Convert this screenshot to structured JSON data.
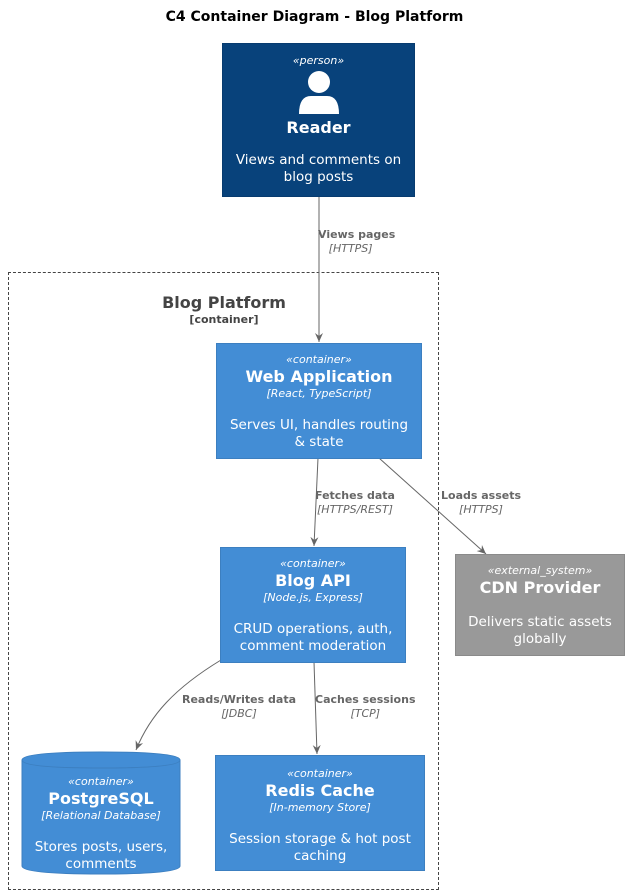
{
  "title": "C4 Container Diagram - Blog Platform",
  "boundary": {
    "name": "Blog Platform",
    "type": "[container]"
  },
  "colors": {
    "person": "#08427b",
    "container": "#438dd5",
    "external_system": "#999999",
    "edge": "#666666"
  },
  "nodes": {
    "reader": {
      "stereotype": "«person»",
      "name": "Reader",
      "description": "Views and comments on blog posts",
      "icon": "person-icon"
    },
    "web_app": {
      "stereotype": "«container»",
      "name": "Web Application",
      "tech": "[React, TypeScript]",
      "description": "Serves UI, handles routing & state"
    },
    "blog_api": {
      "stereotype": "«container»",
      "name": "Blog API",
      "tech": "[Node.js, Express]",
      "description": "CRUD operations, auth, comment moderation"
    },
    "postgres": {
      "stereotype": "«container»",
      "name": "PostgreSQL",
      "tech": "[Relational Database]",
      "description": "Stores posts, users, comments"
    },
    "redis": {
      "stereotype": "«container»",
      "name": "Redis Cache",
      "tech": "[In-memory Store]",
      "description": "Session storage & hot post caching"
    },
    "cdn": {
      "stereotype": "«external_system»",
      "name": "CDN Provider",
      "description": "Delivers static assets globally"
    }
  },
  "relations": [
    {
      "id": "views",
      "label": "Views pages",
      "tech": "[HTTPS]"
    },
    {
      "id": "fetches",
      "label": "Fetches data",
      "tech": "[HTTPS/REST]"
    },
    {
      "id": "loads",
      "label": "Loads assets",
      "tech": "[HTTPS]"
    },
    {
      "id": "reads",
      "label": "Reads/Writes data",
      "tech": "[JDBC]"
    },
    {
      "id": "caches",
      "label": "Caches sessions",
      "tech": "[TCP]"
    }
  ]
}
